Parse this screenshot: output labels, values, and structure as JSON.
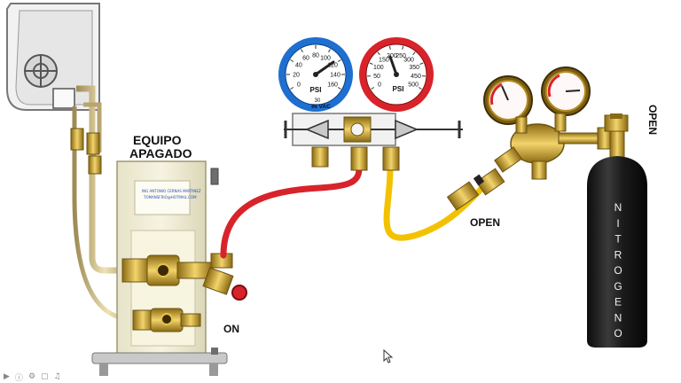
{
  "labels": {
    "equipo_line1": "EQUIPO",
    "equipo_line2": "APAGADO",
    "on": "ON",
    "open_regulator": "OPEN",
    "open_tank": "OPEN",
    "tank_text": "NITROGENO",
    "manifold_unit": "PSI",
    "manifold_vac": "IN VAC"
  },
  "plate": {
    "line1": "ING ANTONIO CERNAS MARTINEZ",
    "line2": "TOMANSFRIO@HOTMAIL.COM"
  },
  "low_gauge": {
    "color": "#1e6fd0",
    "ticks": [
      "0",
      "20",
      "40",
      "60",
      "80",
      "100",
      "120",
      "140",
      "160"
    ],
    "vac_tick": "30"
  },
  "high_gauge": {
    "color": "#d8232a",
    "ticks": [
      "0",
      "50",
      "100",
      "150",
      "200",
      "250",
      "300",
      "350",
      "450",
      "500"
    ]
  },
  "colors": {
    "red_hose": "#d8232a",
    "yellow_hose": "#f2c200",
    "brass": "#c9a227",
    "tank": "#1c1c1c"
  },
  "player_icons": [
    "play-icon",
    "info-icon",
    "settings-icon",
    "fullscreen-icon",
    "volume-icon"
  ]
}
